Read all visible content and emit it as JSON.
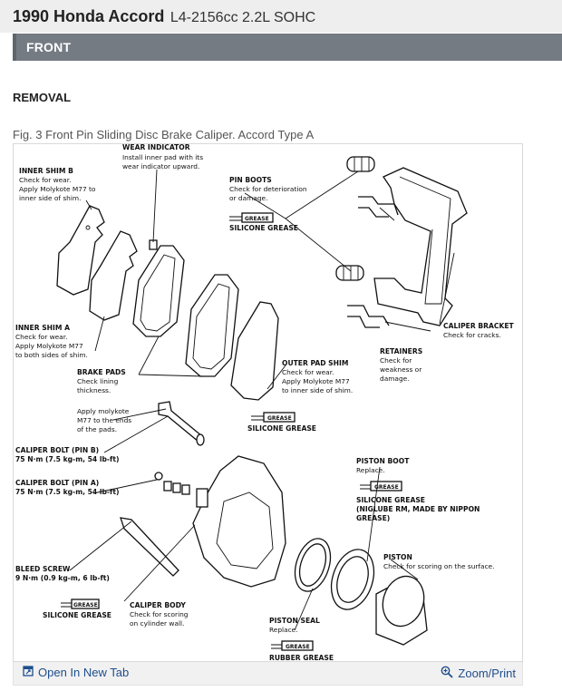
{
  "header": {
    "title": "1990 Honda Accord",
    "subtitle": "L4-2156cc 2.2L SOHC"
  },
  "section": {
    "label": "FRONT"
  },
  "heading": "REMOVAL",
  "figure": {
    "caption": "Fig. 3 Front Pin Sliding Disc Brake Caliper. Accord Type A",
    "labels": {
      "wear_indicator": [
        "WEAR INDICATOR",
        "Install inner pad with its",
        "wear indicator upward."
      ],
      "inner_shim_b": [
        "INNER SHIM B",
        "Check for wear.",
        "Apply Molykote M77 to",
        "inner side of shim."
      ],
      "pin_boots": [
        "PIN BOOTS",
        "Check for deterioration",
        "or damage."
      ],
      "grease_tag_1": "GREASE",
      "silicone_grease_1": "SILICONE GREASE",
      "inner_shim_a": [
        "INNER SHIM A",
        "Check for wear.",
        "Apply Molykote M77",
        "to both sides of shim."
      ],
      "caliper_bracket": [
        "CALIPER BRACKET",
        "Check for cracks."
      ],
      "retainers": [
        "RETAINERS",
        "Check for",
        "weakness or",
        "damage."
      ],
      "brake_pads": [
        "BRAKE PADS",
        "Check lining",
        "thickness."
      ],
      "outer_pad_shim": [
        "OUTER PAD SHIM",
        "Check for wear.",
        "Apply Molykote M77",
        "to inner side of shim."
      ],
      "apply_molykote": [
        "Apply molykote",
        "M77 to the ends",
        "of the pads."
      ],
      "grease_tag_2": "GREASE",
      "silicone_grease_2": "SILICONE GREASE",
      "caliper_bolt_b": [
        "CALIPER BOLT (PIN B)",
        "75 N·m (7.5 kg-m, 54 lb-ft)"
      ],
      "piston_boot": [
        "PISTON BOOT",
        "Replace."
      ],
      "caliper_bolt_a": [
        "CALIPER BOLT (PIN A)",
        "75 N·m (7.5 kg-m, 54 lb-ft)"
      ],
      "grease_tag_3": "GREASE",
      "silicone_grease_3": [
        "SILICONE GREASE",
        "(NIGLUBE RM, MADE BY NIPPON",
        "GREASE)"
      ],
      "piston": [
        "PISTON",
        "Check for scoring on the surface."
      ],
      "bleed_screw": [
        "BLEED SCREW",
        "9 N·m (0.9 kg-m, 6 lb-ft)"
      ],
      "grease_tag_4": "GREASE",
      "silicone_grease_4": "SILICONE GREASE",
      "caliper_body": [
        "CALIPER BODY",
        "Check for scoring",
        "on cylinder wall."
      ],
      "piston_seal": [
        "PISTON SEAL",
        "Replace."
      ],
      "grease_tag_5": "GREASE",
      "rubber_grease": "RUBBER GREASE"
    }
  },
  "footer": {
    "open_tab": "Open In New Tab",
    "zoom_print": "Zoom/Print"
  },
  "colors": {
    "section_bar": "#757b83",
    "link": "#1e4e8c",
    "title_bar": "#eeeeee"
  },
  "icons": {
    "open_tab": "open-new-tab-icon",
    "zoom": "zoom-in-icon"
  }
}
